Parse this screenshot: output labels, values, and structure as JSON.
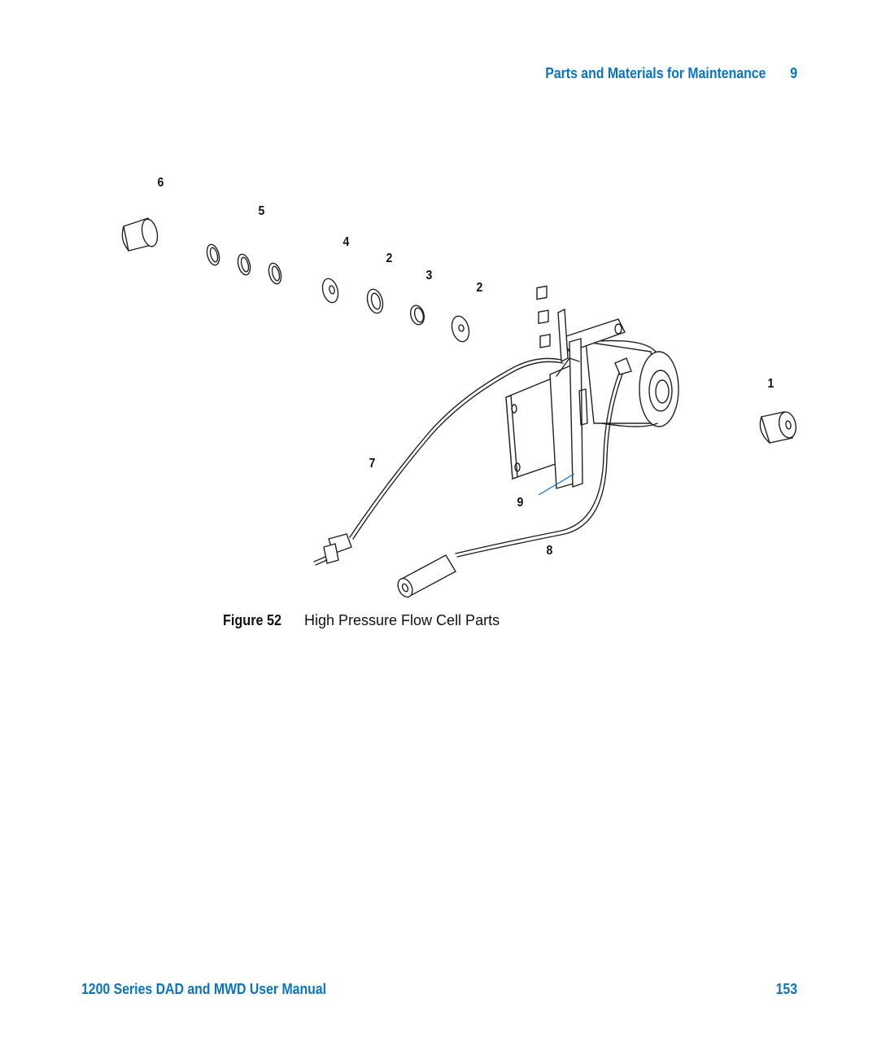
{
  "header": {
    "section_title": "Parts and Materials for Maintenance",
    "chapter_number": "9"
  },
  "figure": {
    "callouts": [
      {
        "id": "6",
        "label": "6"
      },
      {
        "id": "5",
        "label": "5"
      },
      {
        "id": "4",
        "label": "4"
      },
      {
        "id": "2a",
        "label": "2"
      },
      {
        "id": "3",
        "label": "3"
      },
      {
        "id": "2b",
        "label": "2"
      },
      {
        "id": "1",
        "label": "1"
      },
      {
        "id": "7",
        "label": "7"
      },
      {
        "id": "9",
        "label": "9"
      },
      {
        "id": "8",
        "label": "8"
      }
    ],
    "accent_color": "#0a74c4"
  },
  "caption": {
    "label": "Figure 52",
    "text": "High Pressure Flow Cell Parts"
  },
  "footer": {
    "manual_title": "1200 Series DAD and MWD User Manual",
    "page_number": "153"
  }
}
